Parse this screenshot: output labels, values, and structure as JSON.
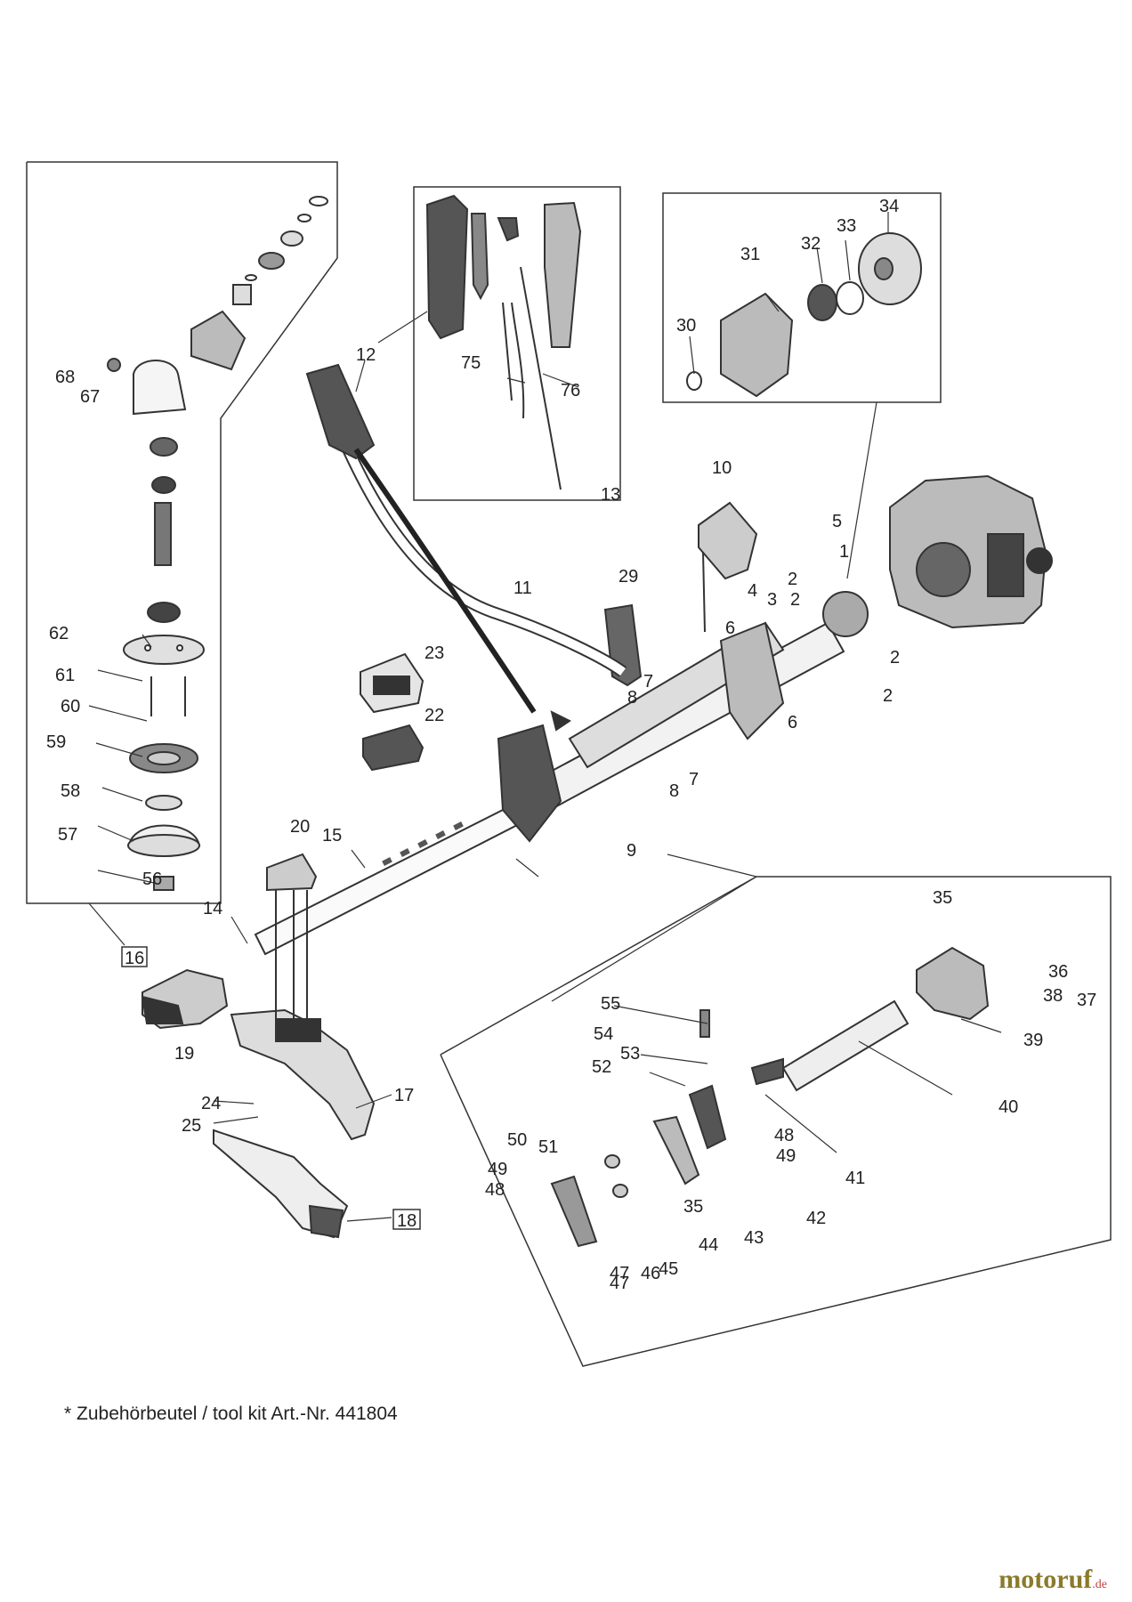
{
  "footnote": "* Zubehörbeutel / tool kit   Art.-Nr. 441804",
  "watermark": {
    "name": "motoruf",
    "suffix": ".de"
  },
  "labels": [
    "1",
    "2",
    "3",
    "4",
    "5",
    "6",
    "7",
    "8",
    "9",
    "10",
    "11",
    "12",
    "13",
    "14",
    "15",
    "17",
    "19",
    "20",
    "22",
    "23",
    "24",
    "25",
    "29",
    "30",
    "31",
    "32",
    "33",
    "34",
    "35",
    "36",
    "37",
    "38",
    "39",
    "40",
    "41",
    "42",
    "43",
    "44",
    "45",
    "46",
    "47",
    "48",
    "49",
    "50",
    "51",
    "52",
    "53",
    "54",
    "55",
    "56",
    "57",
    "58",
    "59",
    "60",
    "61",
    "62",
    "67",
    "68",
    "75",
    "76"
  ],
  "boxed_labels": [
    "16",
    "18"
  ]
}
